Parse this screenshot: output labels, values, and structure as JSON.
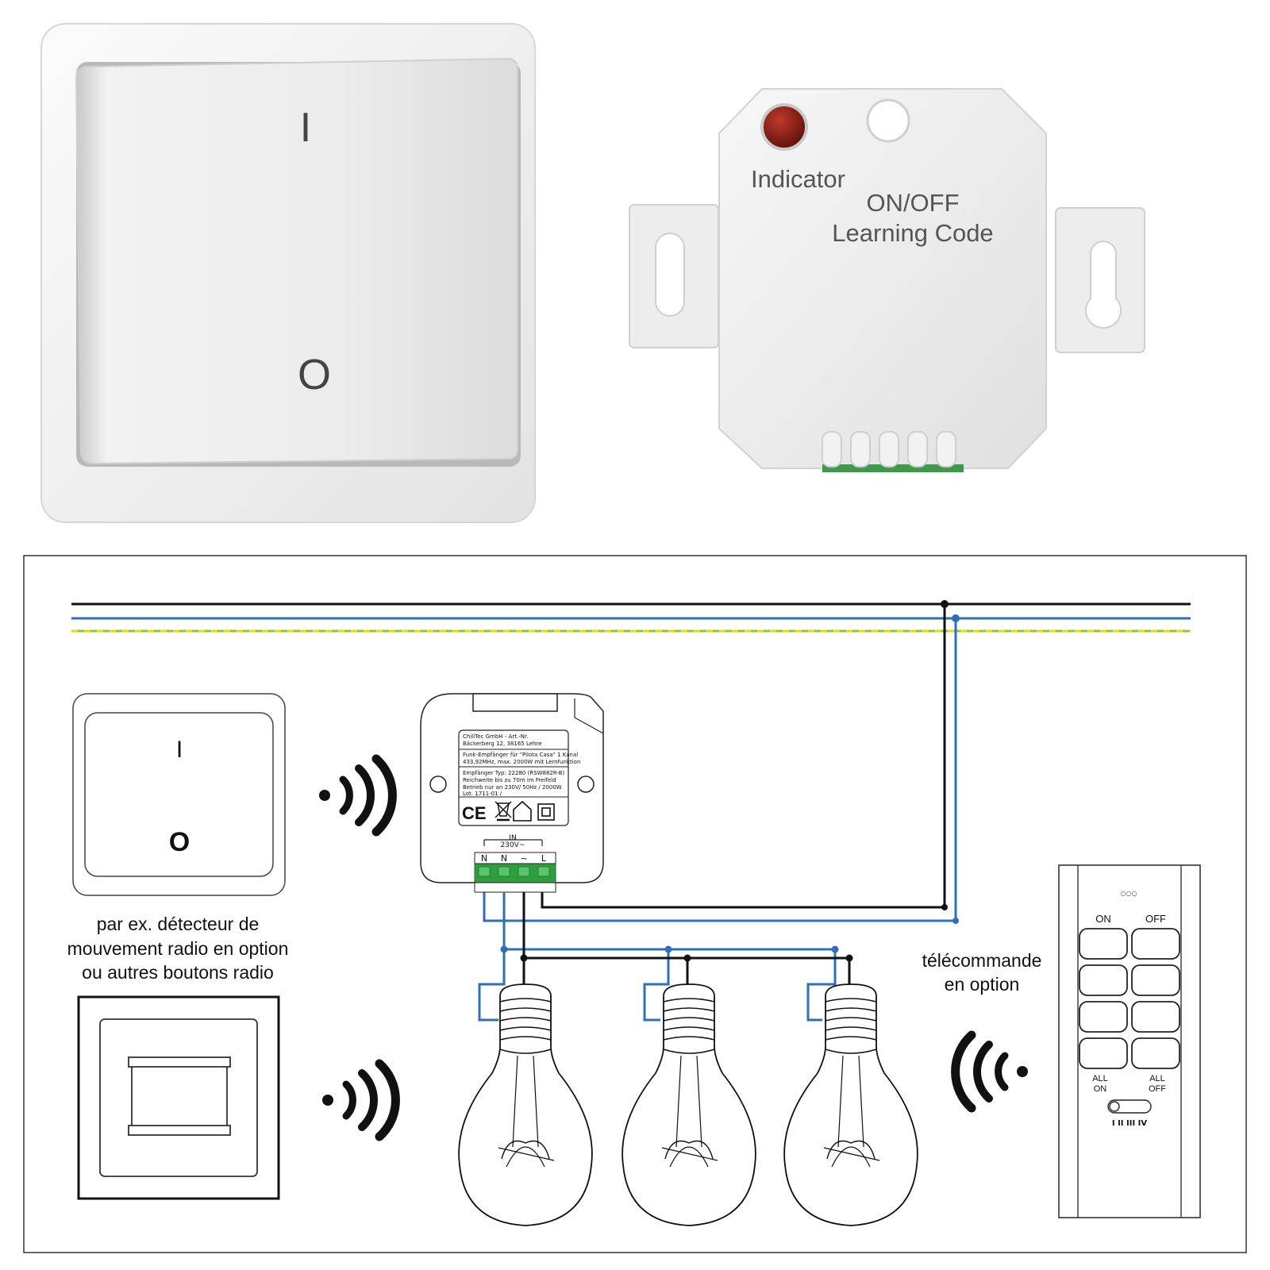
{
  "wall_switch": {
    "on_mark": "I",
    "off_mark": "O"
  },
  "receiver_photo": {
    "indicator_label": "Indicator",
    "onoff_label": "ON/OFF",
    "learning_label": "Learning Code"
  },
  "receiver_diagram": {
    "label_lines": [
      "ChiliTec GmbH - Art.-Nr.",
      "Bäckerberg 12, 38165 Lehre",
      "Funk-Empfänger für \"Pilota Casa\" 1 Kanal",
      "433,92MHz, max. 2000W mit Lernfunktion",
      "Empfänger Typ: 22280 (RSW882R-B)",
      "Reichweite bis zu 70m im Freifeld",
      "Betrieb nur an 230V/ 50Hz / 2000W",
      "Lot. 1711-01 /"
    ],
    "ce_mark": "CE",
    "input_label": "IN",
    "voltage_label": "230V~",
    "terminals": [
      "N",
      "N",
      "~",
      "L"
    ]
  },
  "switch_diagram": {
    "on_mark": "I",
    "off_mark": "O"
  },
  "caption_left": {
    "lines": [
      "par ex. détecteur de",
      "mouvement radio en option",
      "ou autres boutons radio"
    ]
  },
  "caption_right": {
    "lines": [
      "télécommande",
      "en option"
    ]
  },
  "remote": {
    "on_label": "ON",
    "off_label": "OFF",
    "all_on_line1": "ALL",
    "all_on_line2": "ON",
    "all_off_line1": "ALL",
    "all_off_line2": "OFF",
    "channel_marks": "I II III IV",
    "led_dots": "○○○"
  },
  "colors": {
    "wire_live": "#111111",
    "wire_neutral": "#2f6fb5",
    "wire_earth_green": "#8cc63f",
    "wire_earth_yellow": "#f2d600",
    "terminal_green": "#2e9e3e",
    "indicator_led": "#8a1a12"
  }
}
